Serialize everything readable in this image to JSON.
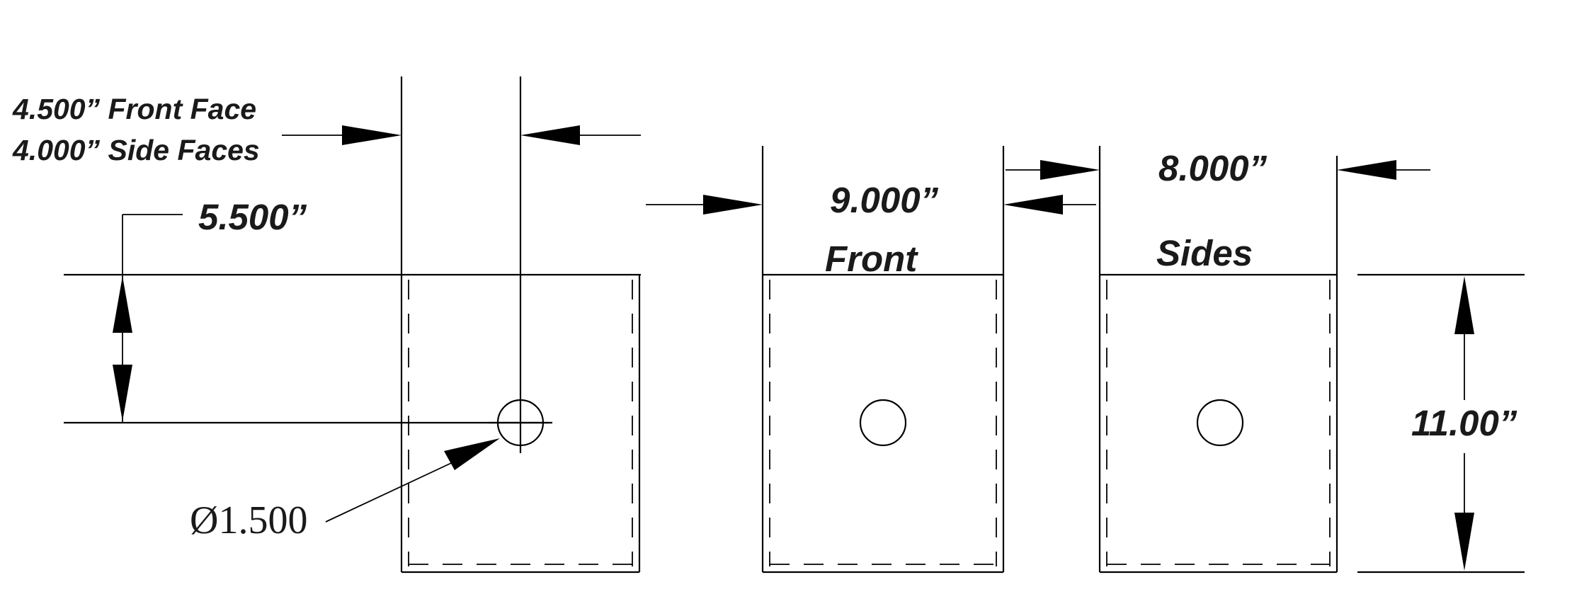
{
  "labels": {
    "front_face_offset": "4.500” Front Face",
    "side_face_offset": "4.000” Side Faces",
    "hole_height": "5.500”",
    "front_width": "9.000”",
    "front_name": "Front",
    "side_width": "8.000”",
    "side_name": "Sides",
    "panel_height": "11.00”",
    "hole_diameter": "Ø1.500"
  }
}
